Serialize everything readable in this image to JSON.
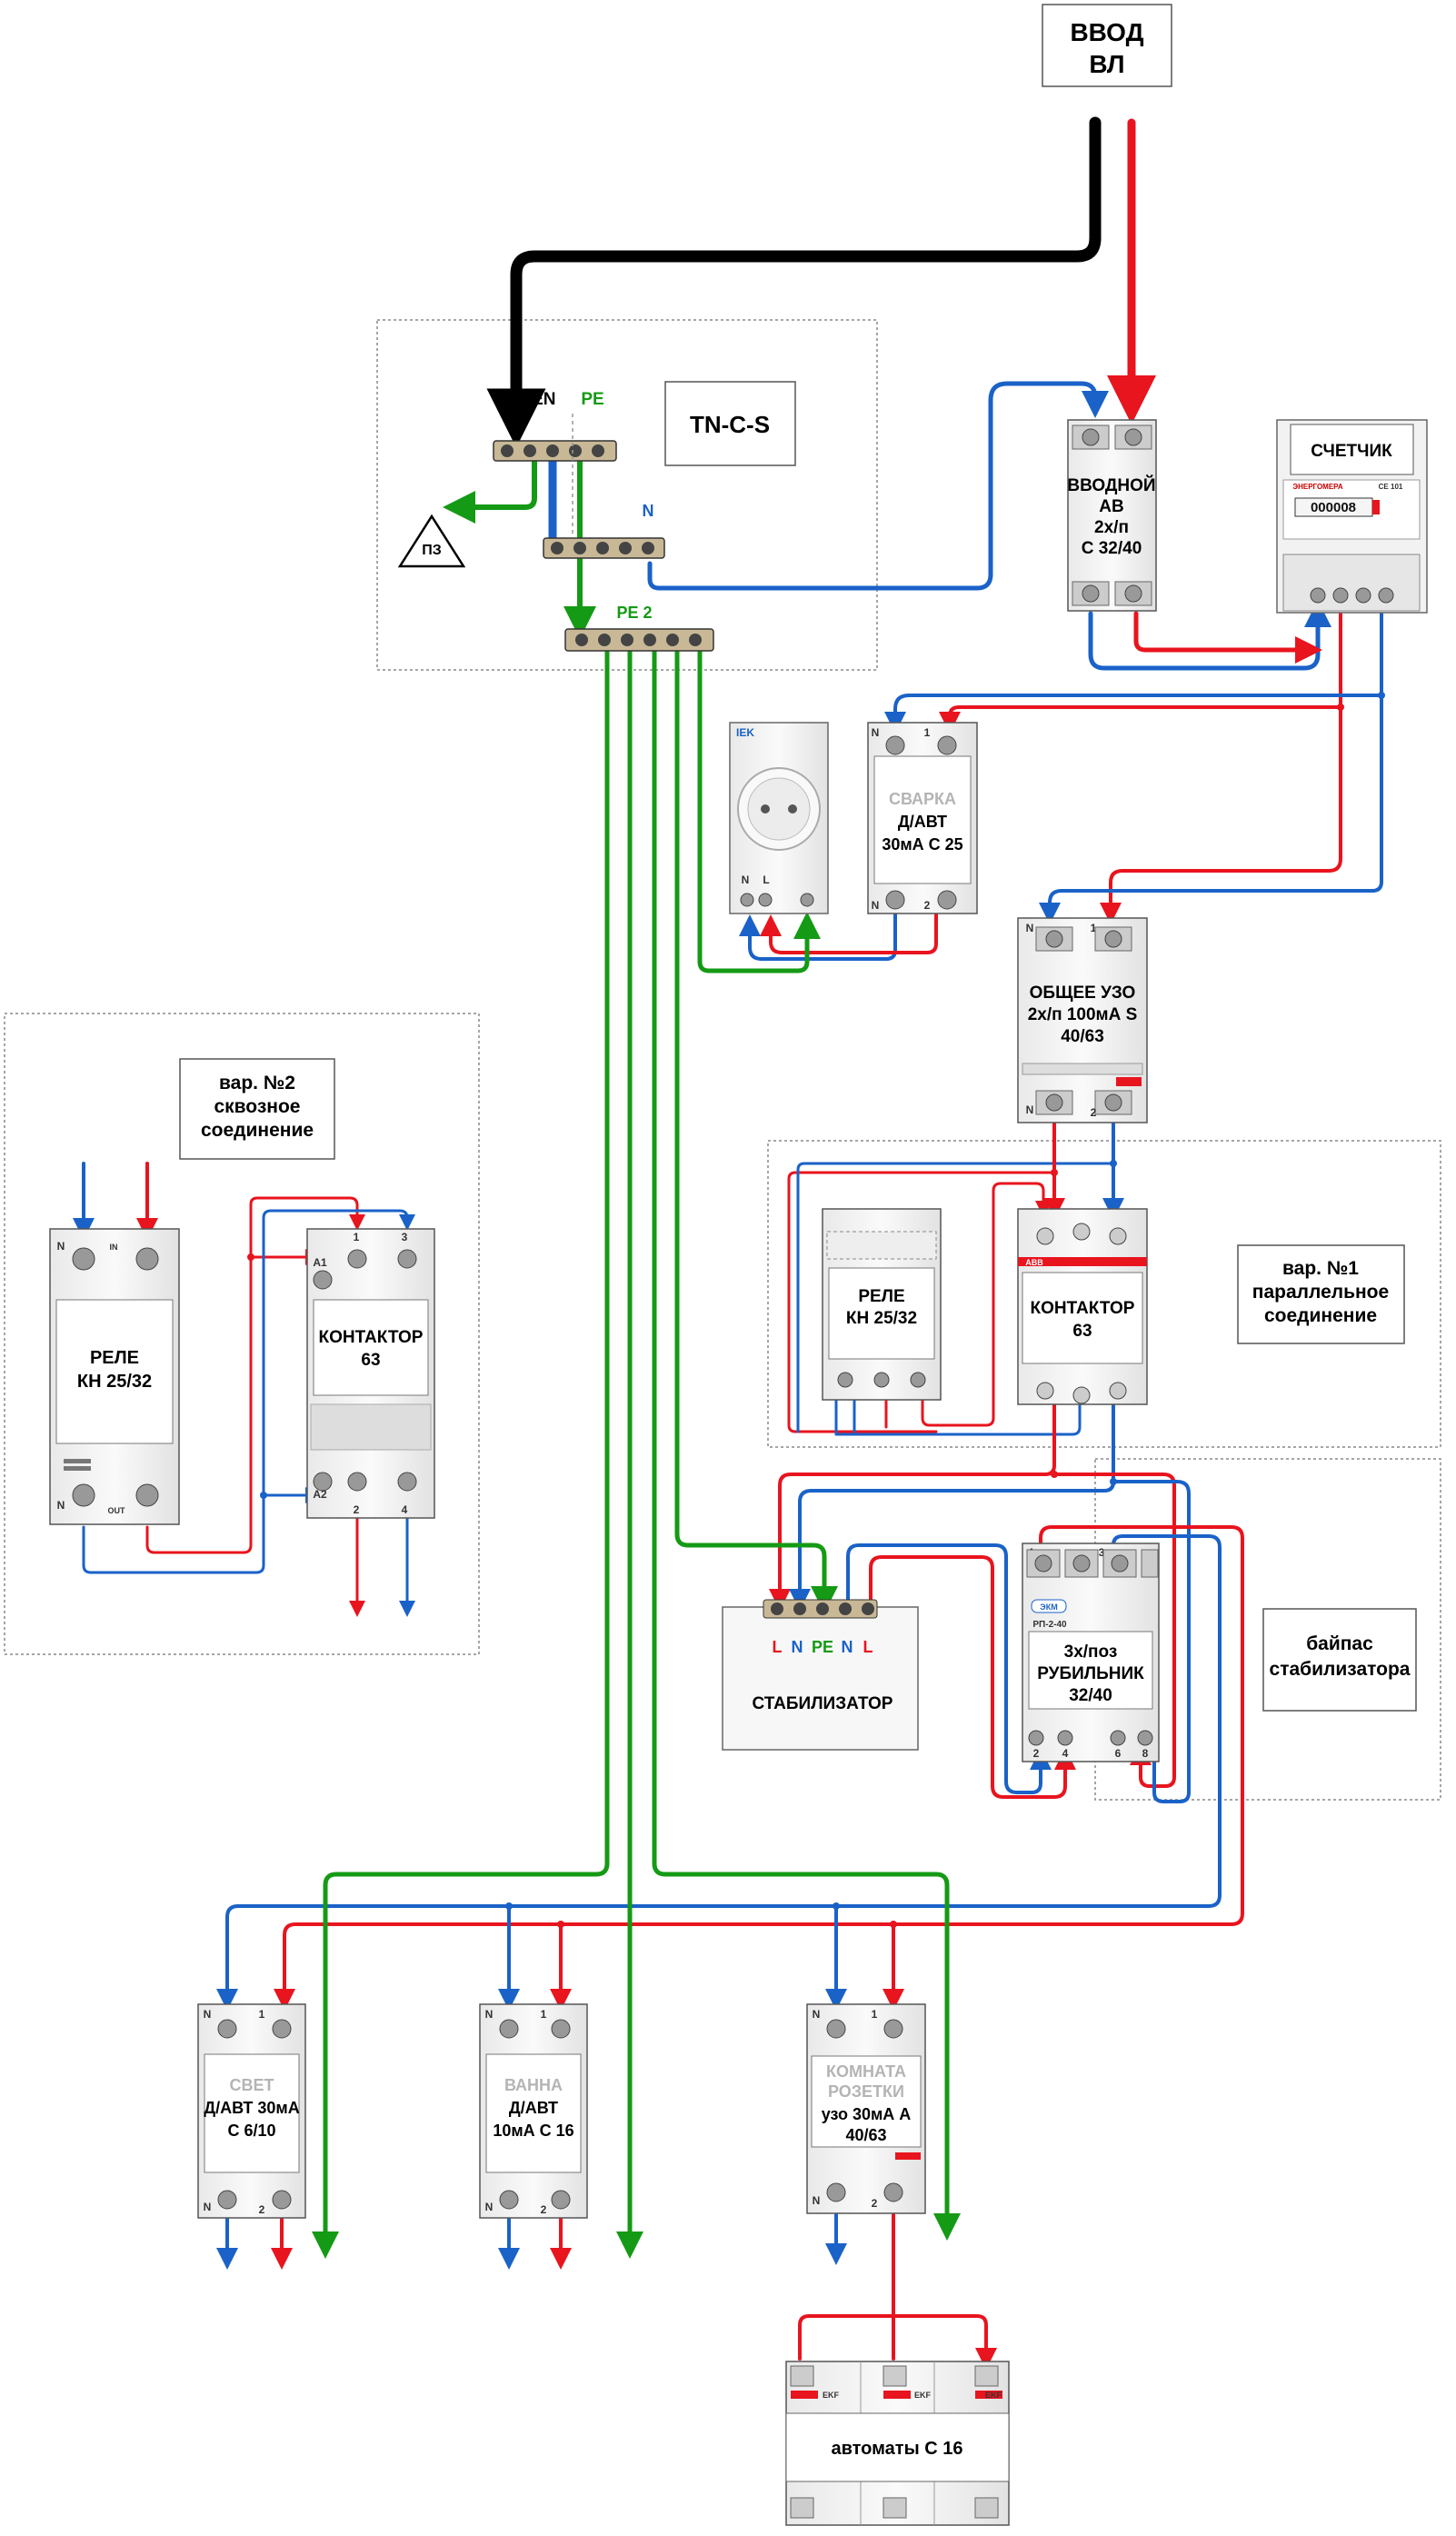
{
  "colors": {
    "phase": "#e8141e",
    "neutral": "#1a62c8",
    "pe": "#159a15",
    "pen": "#000000",
    "device_body": "#f4f4f4",
    "terminal": "#9a9a9a"
  },
  "input": {
    "line1": "ВВОД",
    "line2": "ВЛ"
  },
  "grounding": {
    "scheme": "TN-C-S",
    "pen_label": "PEN",
    "pe_label": "PE",
    "n_label": "N",
    "pe2_label": "PE 2",
    "ground_label": "ПЗ"
  },
  "meter": {
    "label": "СЧЕТЧИК",
    "digits": "000008",
    "brand": "ЭНЕРГОМЕРА",
    "model": "СЕ 101"
  },
  "main_breaker": {
    "line1": "ВВОДНОЙ",
    "line2": "АВ",
    "line3": "2х/п",
    "line4": "С 32/40"
  },
  "socket": {
    "brand": "IEK",
    "n": "N",
    "l": "L"
  },
  "welding": {
    "title": "СВАРКА",
    "line1": "Д/АВТ",
    "line2": "30мА С 25",
    "n": "N",
    "one": "1",
    "two": "2"
  },
  "rcd_main": {
    "line1": "ОБЩЕЕ УЗО",
    "line2": "2х/п  100мА S",
    "line3": "40/63",
    "n": "N",
    "one": "1",
    "two": "2"
  },
  "variant1": {
    "note_line1": "вар. №1",
    "note_line2": "параллельное",
    "note_line3": "соединение",
    "relay_line1": "РЕЛЕ",
    "relay_line2": "КН 25/32",
    "contactor_line1": "КОНТАКТОР",
    "contactor_line2": "63",
    "contactor_brand": "ABB"
  },
  "variant2": {
    "note_line1": "вар. №2",
    "note_line2": "сквозное",
    "note_line3": "соединение",
    "relay_line1": "РЕЛЕ",
    "relay_line2": "КН 25/32",
    "relay_in": "IN",
    "relay_out": "OUT",
    "contactor_line1": "КОНТАКТОР",
    "contactor_line2": "63",
    "n": "N",
    "a1": "A1",
    "a2": "A2",
    "t1": "1",
    "t2": "2",
    "t3": "3",
    "t4": "4"
  },
  "stabilizer": {
    "label": "СТАБИЛИЗАТОР",
    "l1": "L",
    "n1": "N",
    "pe": "PE",
    "n2": "N",
    "l2": "L"
  },
  "switch": {
    "line1": "3х/поз",
    "line2": "РУБИЛЬНИК",
    "line3": "32/40",
    "brand": "ЭКМ",
    "model": "РП-2-40",
    "t1": "1",
    "t3": "3",
    "t2": "2",
    "t4": "4",
    "t6": "6",
    "t8": "8"
  },
  "bypass_note": {
    "line1": "байпас",
    "line2": "стабилизатора"
  },
  "light": {
    "title": "СВЕТ",
    "line1": "Д/АВТ 30мА",
    "line2": "С 6/10",
    "n": "N",
    "one": "1",
    "two": "2"
  },
  "bath": {
    "title": "ВАННА",
    "line1": "Д/АВТ",
    "line2": "10мА С 16",
    "n": "N",
    "one": "1",
    "two": "2"
  },
  "room": {
    "title_line1": "КОМНАТА",
    "title_line2": "РОЗЕТКИ",
    "line1": "узо 30мА А",
    "line2": "40/63",
    "n": "N",
    "one": "1",
    "two": "2"
  },
  "breakers": {
    "label": "автоматы  С 16",
    "brand": "EKF"
  }
}
